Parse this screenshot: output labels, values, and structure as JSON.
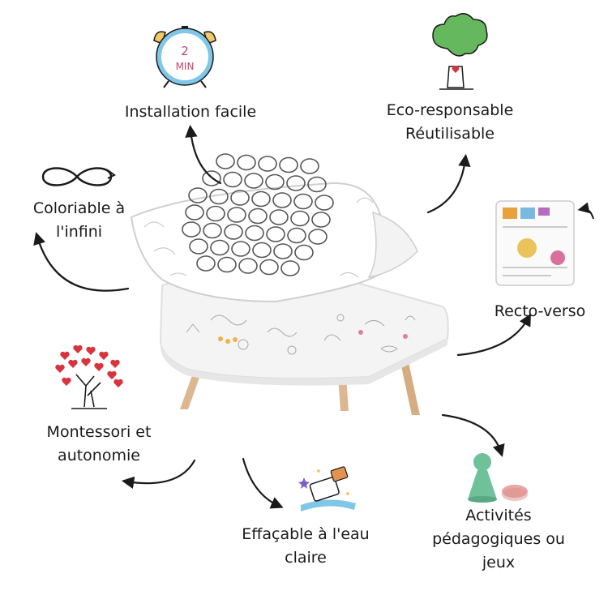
{
  "features": {
    "installation": {
      "lines": [
        "Installation facile"
      ]
    },
    "eco": {
      "lines": [
        "Eco-responsable",
        "Réutilisable"
      ]
    },
    "coloriable": {
      "lines": [
        "Coloriable à",
        "l'infini"
      ]
    },
    "recto": {
      "lines": [
        "Recto-verso"
      ]
    },
    "montessori": {
      "lines": [
        "Montessori et",
        "autonomie"
      ]
    },
    "effacable": {
      "lines": [
        "Effaçable à l'eau",
        "claire"
      ]
    },
    "activites": {
      "lines": [
        "Activités",
        "pédagogiques ou",
        "jeux"
      ]
    }
  },
  "clock_badge": {
    "line1": "2",
    "line2": "MIN"
  },
  "colors": {
    "ink": "#1a1a1a",
    "clock_ring": "#7fc6e8",
    "clock_bells": "#f3c86b",
    "clock_text": "#c9446b",
    "tree_leaves": "#66b85f",
    "heart": "#d8343e",
    "pawn": "#6fc19a",
    "token": "#e9a6a3",
    "table_leg": "#dcb78f",
    "table_edge": "#e6e6e6"
  },
  "icons": [
    "alarm-clock-icon",
    "tree-heart-icon",
    "infinity-icon",
    "heart-tree-icon",
    "eraser-icon",
    "game-pawn-icon",
    "activity-mat-icon"
  ]
}
